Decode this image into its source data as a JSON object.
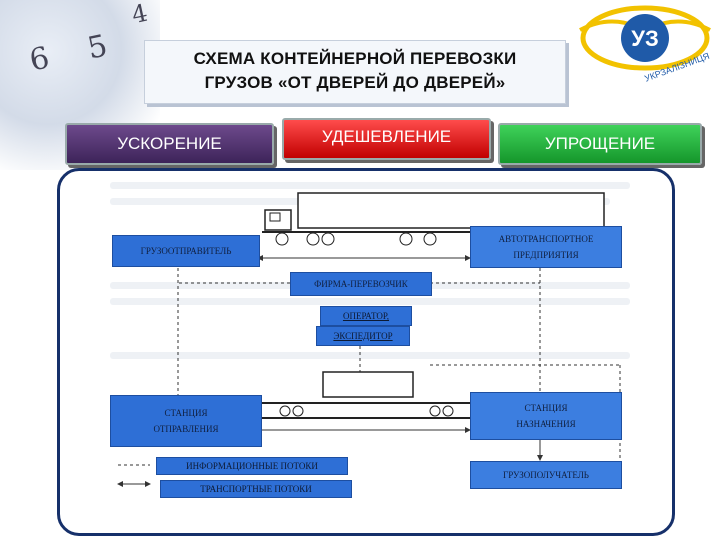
{
  "title": {
    "line1": "СХЕМА КОНТЕЙНЕРНОЙ ПЕРЕВОЗКИ",
    "line2": "ГРУЗОВ «ОТ ДВЕРЕЙ ДО ДВЕРЕЙ»"
  },
  "clock_digits": [
    "6",
    "5",
    "4"
  ],
  "logo_text": "УЗ",
  "logo_subtext": "УКРЗАЛІЗНИЦЯ",
  "tabs": {
    "acceleration": "УСКОРЕНИЕ",
    "cheapening": "УДЕШЕВЛЕНИЕ",
    "simplification": "УПРОЩЕНИЕ"
  },
  "nodes": {
    "shipper": "ГРУЗООТПРАВИТЕЛЬ",
    "truck_company_1": "АВТОТРАНСПОРТНОЕ",
    "truck_company_2": "ПРЕДПРИЯТИЯ",
    "carrier": "ФИРМА-ПЕРЕВОЗЧИК",
    "operator": "ОПЕРАТОР,",
    "forwarder": "ЭКСПЕДИТОР",
    "departure_1": "СТАНЦИЯ",
    "departure_2": "ОТПРАВЛЕНИЯ",
    "destination_1": "СТАНЦИЯ",
    "destination_2": "НАЗНАЧЕНИЯ",
    "consignee": "ГРУЗОПОЛУЧАТЕЛЬ"
  },
  "legend": {
    "info": "ИНФОРМАЦИОННЫЕ ПОТОКИ",
    "transport": "ТРАНСПОРТНЫЕ ПОТОКИ"
  },
  "colors": {
    "box_blue": "#2e6fd6",
    "frame_navy": "#16306a",
    "tab_purple": "#4e2f6e",
    "tab_red": "#e00000",
    "tab_green": "#22aa3a"
  }
}
